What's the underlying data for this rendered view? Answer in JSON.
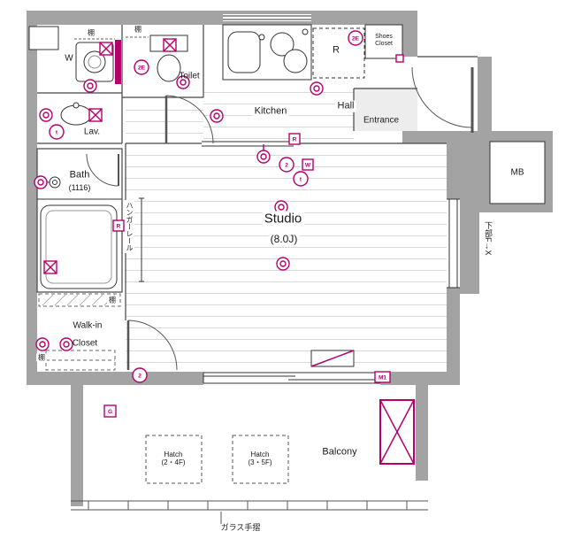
{
  "colors": {
    "wall_gray": "#a3a3a3",
    "accent_pink": "#b5006b",
    "line_dark": "#333333",
    "floor_line": "#d9d9d9"
  },
  "rooms": {
    "w": "W",
    "toilet": "Toilet",
    "kitchen": "Kitchen",
    "hall": "Hall",
    "entrance": "Entrance",
    "shoes_closet_line1": "Shoes",
    "shoes_closet_line2": "Closet",
    "lav": "Lav.",
    "bath": "Bath",
    "bath_size": "(1116)",
    "studio": "Studio",
    "studio_size": "(8.0J)",
    "walkin_line1": "Walk-in",
    "walkin_line2": "Closet",
    "balcony": "Balcony",
    "mb": "MB"
  },
  "annotations": {
    "shelf": "棚",
    "hanger_rail": "ハンガーレール",
    "glass_rail": "ガラス手摺",
    "lower_fix_window": "下部F→X",
    "refrigerator": "R",
    "hatch_24_line1": "Hatch",
    "hatch_24_line2": "(2・4F)",
    "hatch_35_line1": "Hatch",
    "hatch_35_line2": "(3・5F)"
  },
  "symbols": {
    "outlet_2e_toilet": "2E",
    "outlet_2e_entrance": "2E",
    "tag_r_bath_wall": "R",
    "tag_r_studio": "R",
    "tag_w_studio": "W",
    "tag_m1": "M1",
    "tag_g_balcony": "G",
    "circle_2_studio": "2",
    "circle_t_studio": "t",
    "circle_2_bottom_wall": "2",
    "circle_t_lav": "t"
  }
}
